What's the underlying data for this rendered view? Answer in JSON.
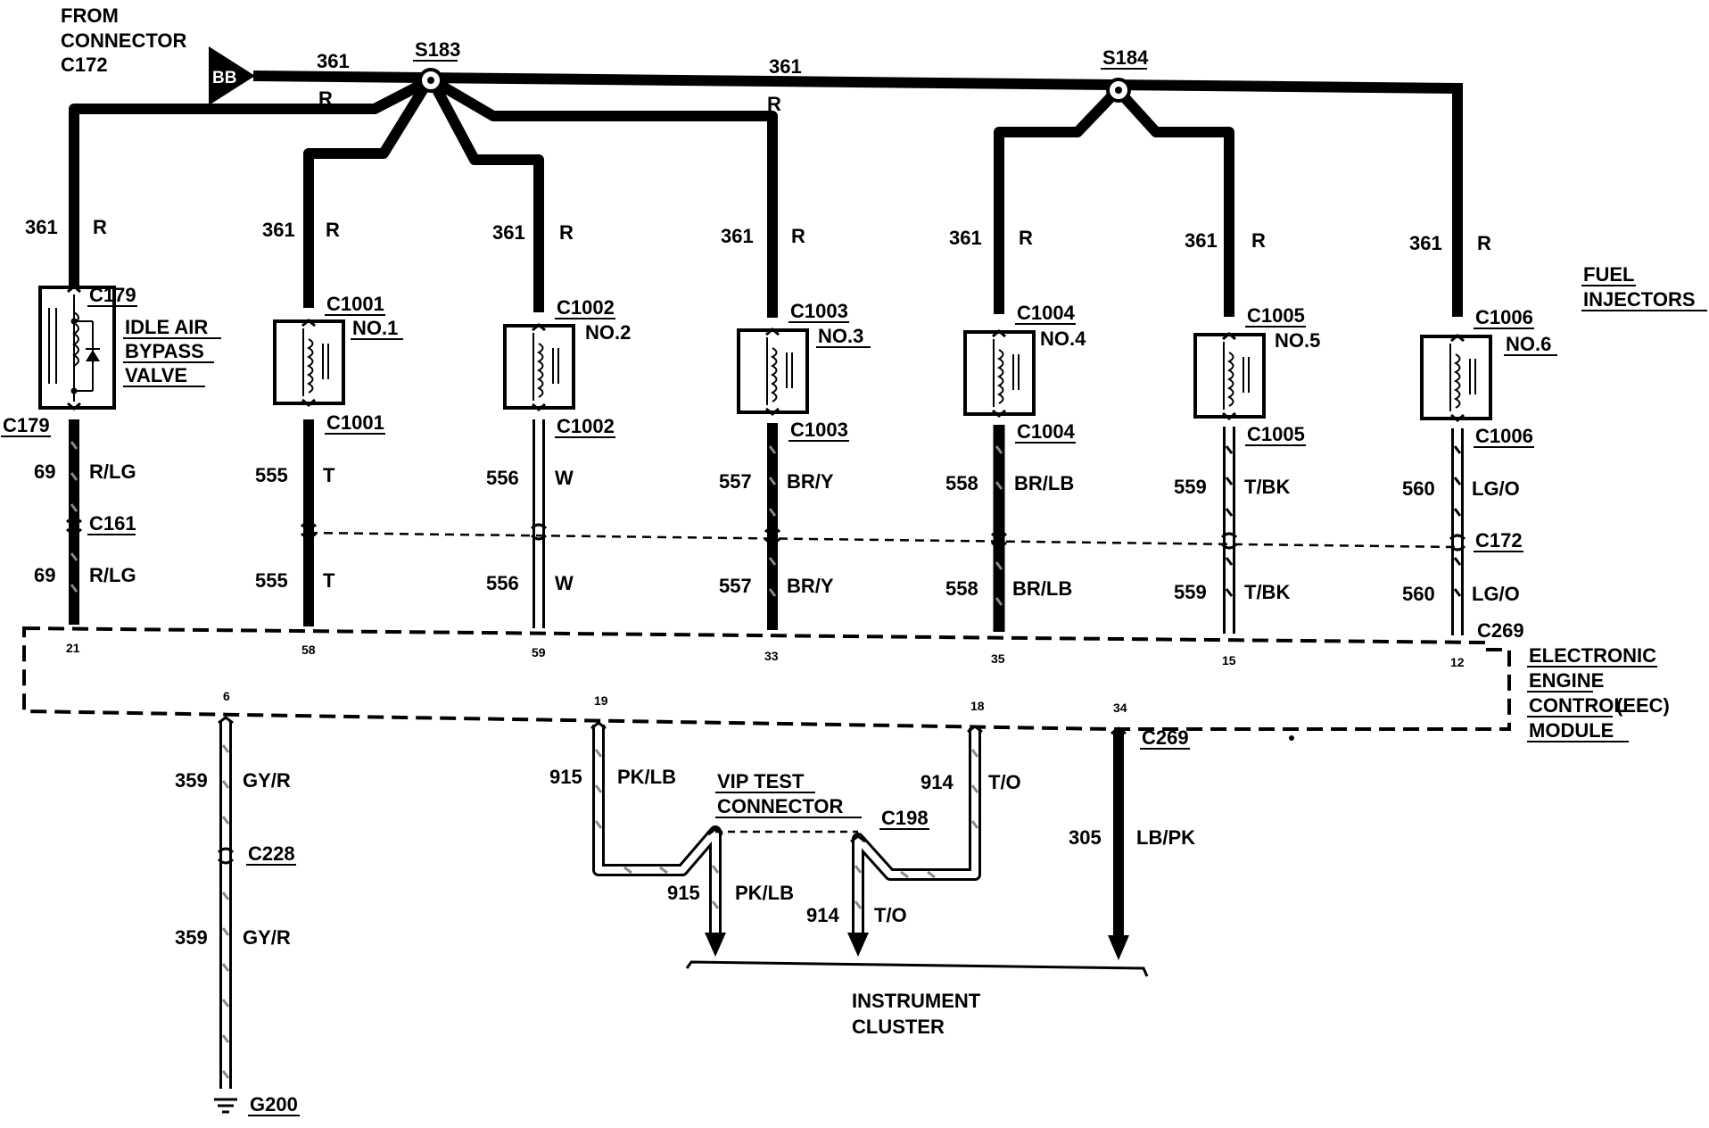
{
  "source": {
    "lines": [
      "FROM",
      "CONNECTOR",
      "C172"
    ],
    "connector_pin": "BB"
  },
  "splices": {
    "s183": "S183",
    "s184": "S184"
  },
  "feed": {
    "circuit": "361",
    "color": "R"
  },
  "injectors_title": [
    "FUEL",
    "INJECTORS"
  ],
  "branches": [
    {
      "id": "iac",
      "conn_top": "C179",
      "name_lines": [
        "IDLE AIR",
        "BYPASS",
        "VALVE"
      ],
      "conn_bottom": "C179",
      "upper_circuit": "69",
      "upper_color": "R/LG",
      "mid_conn": "C161",
      "lower_circuit": "69",
      "lower_color": "R/LG",
      "pin": "21"
    },
    {
      "id": "inj1",
      "conn_top": "C1001",
      "name_lines": [
        "NO.1"
      ],
      "conn_bottom": "C1001",
      "upper_circuit": "555",
      "upper_color": "T",
      "mid_conn": "",
      "lower_circuit": "555",
      "lower_color": "T",
      "pin": "58"
    },
    {
      "id": "inj2",
      "conn_top": "C1002",
      "name_lines": [
        "NO.2"
      ],
      "conn_bottom": "C1002",
      "upper_circuit": "556",
      "upper_color": "W",
      "mid_conn": "",
      "lower_circuit": "556",
      "lower_color": "W",
      "pin": "59"
    },
    {
      "id": "inj3",
      "conn_top": "C1003",
      "name_lines": [
        "NO.3"
      ],
      "conn_bottom": "C1003",
      "upper_circuit": "557",
      "upper_color": "BR/Y",
      "mid_conn": "",
      "lower_circuit": "557",
      "lower_color": "BR/Y",
      "pin": "33"
    },
    {
      "id": "inj4",
      "conn_top": "C1004",
      "name_lines": [
        "NO.4"
      ],
      "conn_bottom": "C1004",
      "upper_circuit": "558",
      "upper_color": "BR/LB",
      "mid_conn": "",
      "lower_circuit": "558",
      "lower_color": "BR/LB",
      "pin": "35"
    },
    {
      "id": "inj5",
      "conn_top": "C1005",
      "name_lines": [
        "NO.5"
      ],
      "conn_bottom": "C1005",
      "upper_circuit": "559",
      "upper_color": "T/BK",
      "mid_conn": "",
      "lower_circuit": "559",
      "lower_color": "T/BK",
      "pin": "15"
    },
    {
      "id": "inj6",
      "conn_top": "C1006",
      "name_lines": [
        "NO.6"
      ],
      "conn_bottom": "C1006",
      "upper_circuit": "560",
      "upper_color": "LG/O",
      "mid_conn": "C172",
      "lower_circuit": "560",
      "lower_color": "LG/O",
      "pin": "12"
    }
  ],
  "eec": {
    "connector": "C269",
    "label_lines": [
      "ELECTRONIC",
      "ENGINE",
      "CONTROL",
      "MODULE"
    ],
    "abbrev": "(EEC)",
    "lower_pins": [
      "6",
      "19",
      "18",
      "34"
    ],
    "lower_connector": "C269"
  },
  "ground_circuit": {
    "circuit": "359",
    "color": "GY/R",
    "connector": "C228",
    "ground": "G200"
  },
  "vip": {
    "label_lines": [
      "VIP TEST",
      "CONNECTOR"
    ],
    "connector": "C198"
  },
  "cluster_circuits": [
    {
      "circuit": "915",
      "color": "PK/LB"
    },
    {
      "circuit": "914",
      "color": "T/O"
    },
    {
      "circuit": "305",
      "color": "LB/PK"
    }
  ],
  "cluster": {
    "label_lines": [
      "INSTRUMENT",
      "CLUSTER"
    ]
  },
  "colors": {
    "ink": "#000000",
    "paper": "#ffffff"
  }
}
